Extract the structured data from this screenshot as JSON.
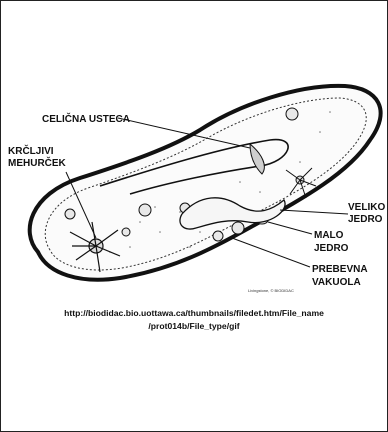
{
  "diagram": {
    "labels": {
      "celicna_usteca": "CELIČNA USTECA",
      "krcljivi_line1": "KRČLJIVI",
      "krcljivi_line2": "MEHURČEK",
      "veliko_line1": "VELIKO",
      "veliko_line2": "JEDRO",
      "malo_line1": "MALO",
      "malo_line2": "JEDRO",
      "prebevna_line1": "PREBEVNA",
      "prebevna_line2": "VAKUOLA"
    },
    "credit": "Livingstone, © BIODIDAC"
  },
  "caption": {
    "line1": "http://biodidac.bio.uottawa.ca/thumbnails/filedet.htm/File_name",
    "line2": "/prot014b/File_type/gif"
  }
}
